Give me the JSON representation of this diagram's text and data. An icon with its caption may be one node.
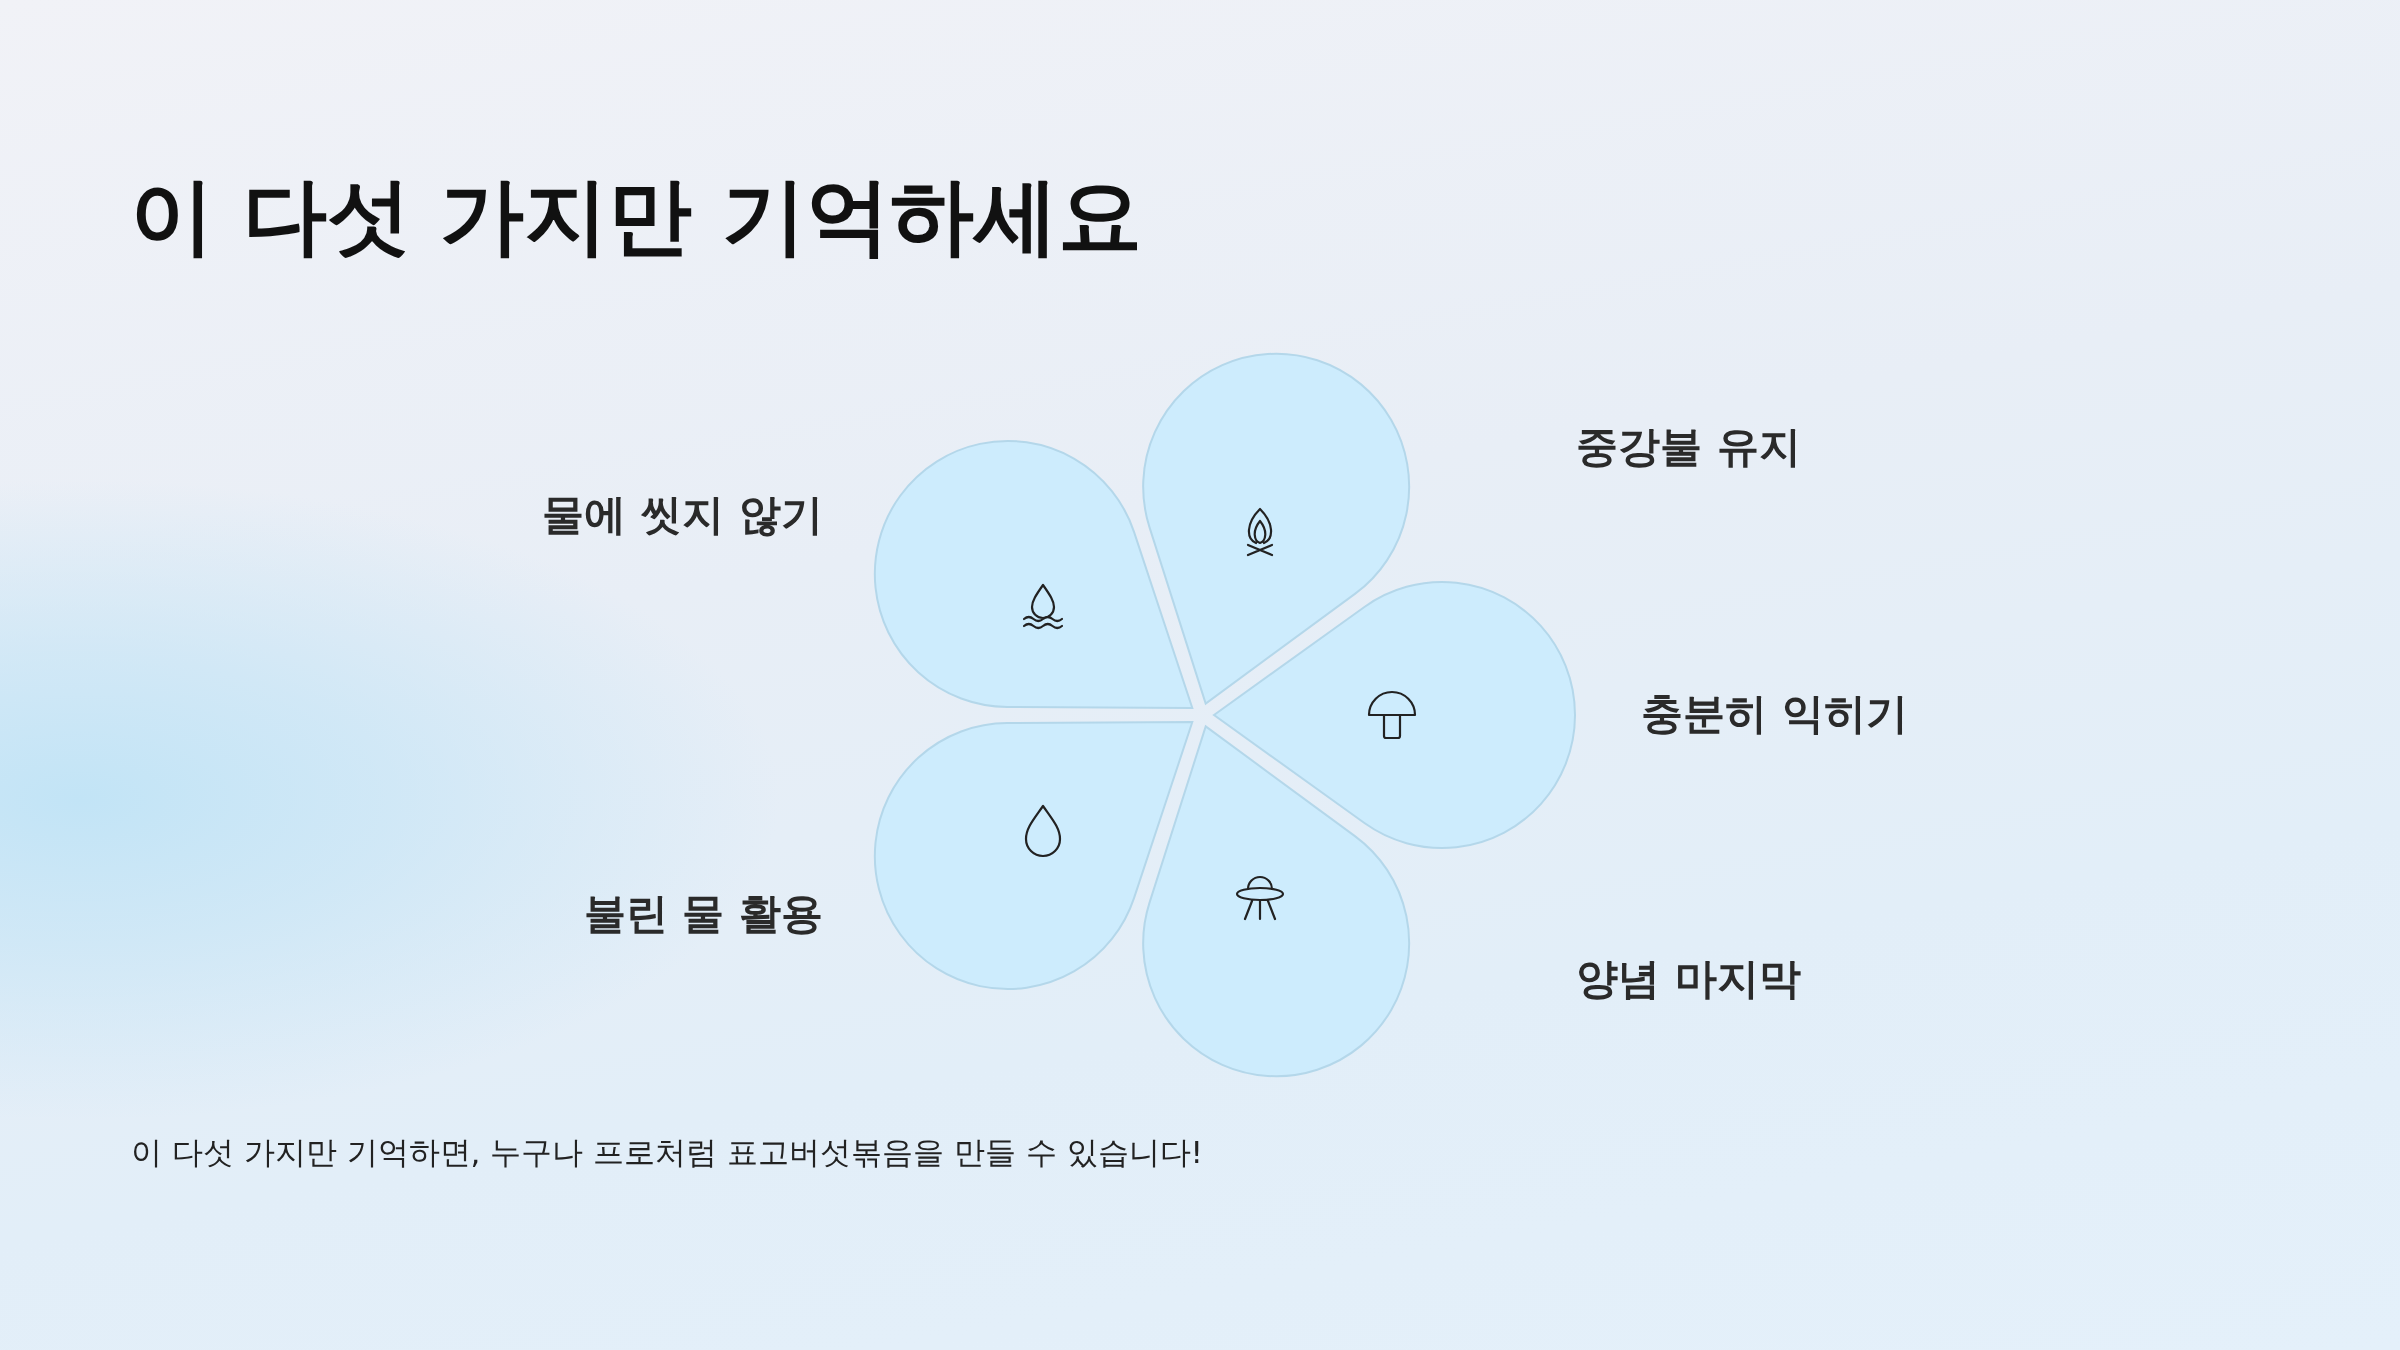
{
  "diagram": {
    "title": "이 다섯 가지만 기억하세요",
    "caption": "이 다섯 가지만 기억하면, 누구나 프로처럼 표고버섯볶음을 만들 수 있습니다!",
    "labels": [
      "중강불 유지",
      "물에 씻지 않기",
      "충분히 익히기",
      "불린 물 활용",
      "양념 마지막"
    ]
  }
}
